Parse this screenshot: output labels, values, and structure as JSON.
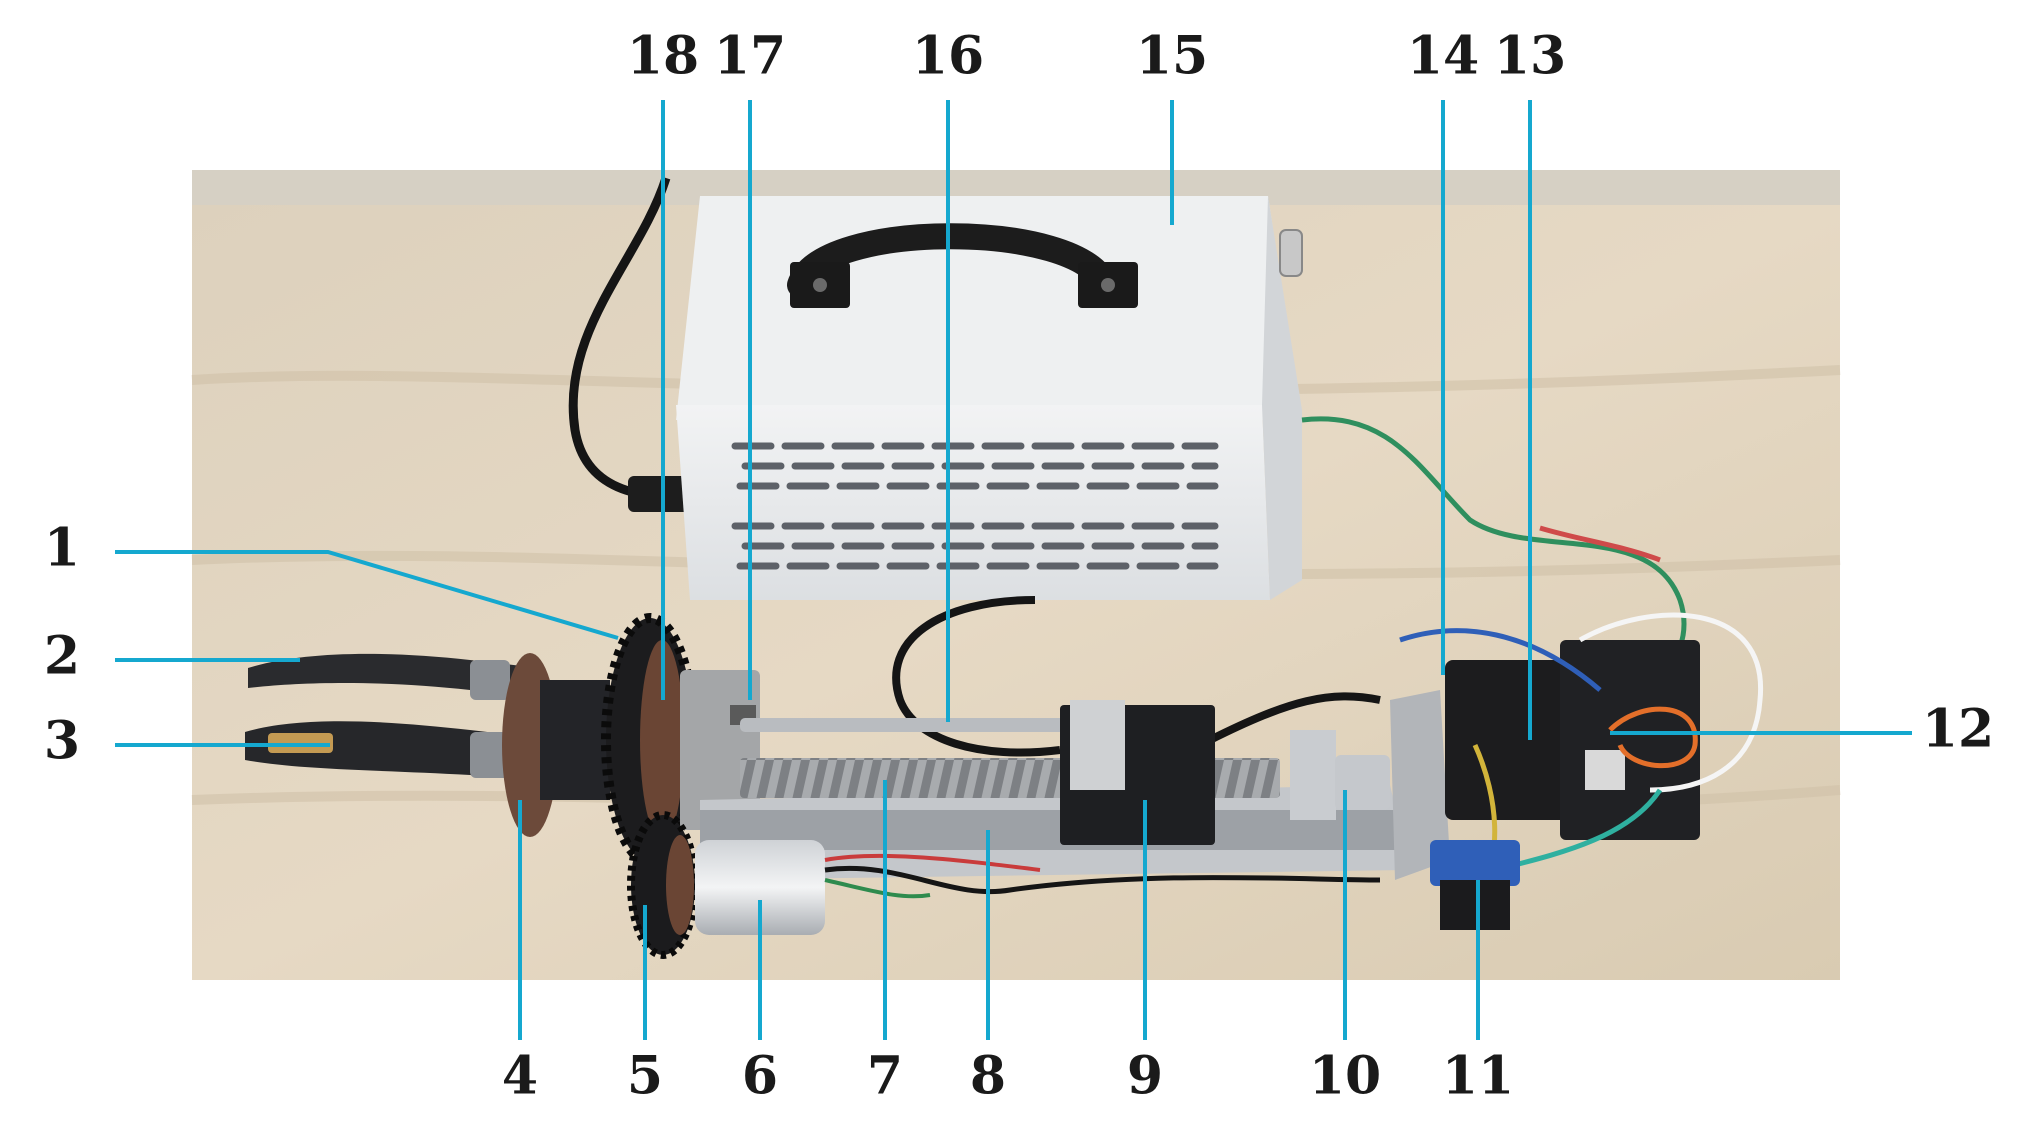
{
  "colors": {
    "background": "#ffffff",
    "leader_line": "#15a8cf",
    "label_text": "#1a1a1a",
    "photo_table": "#e2d4bd",
    "photo_wall": "#d7d2c8",
    "power_supply_body": "#eceeef",
    "black_parts": "#1c1c1e",
    "aluminum": "#b9bcc0",
    "copper_gear": "#6e4a38"
  },
  "labels": [
    {
      "id": "1",
      "text": "1"
    },
    {
      "id": "2",
      "text": "2"
    },
    {
      "id": "3",
      "text": "3"
    },
    {
      "id": "4",
      "text": "4"
    },
    {
      "id": "5",
      "text": "5"
    },
    {
      "id": "6",
      "text": "6"
    },
    {
      "id": "7",
      "text": "7"
    },
    {
      "id": "8",
      "text": "8"
    },
    {
      "id": "9",
      "text": "9"
    },
    {
      "id": "10",
      "text": "10"
    },
    {
      "id": "11",
      "text": "11"
    },
    {
      "id": "12",
      "text": "12"
    },
    {
      "id": "13",
      "text": "13"
    },
    {
      "id": "14",
      "text": "14"
    },
    {
      "id": "15",
      "text": "15"
    },
    {
      "id": "16",
      "text": "16"
    },
    {
      "id": "17",
      "text": "17"
    },
    {
      "id": "18",
      "text": "18"
    }
  ]
}
